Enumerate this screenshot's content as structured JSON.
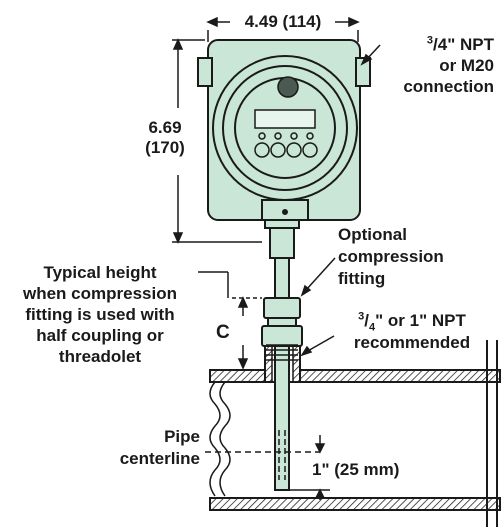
{
  "dimensions": {
    "width_label": "4.49 (114)",
    "height_label_line1": "6.69",
    "height_label_line2": "(170)",
    "dim_c_label": "C",
    "insertion_label": "1\" (25 mm)"
  },
  "labels": {
    "conduit_sup": "3",
    "conduit_frac": "/4\" NPT",
    "conduit_line2": "or M20",
    "conduit_line3": "connection",
    "optional_line1": "Optional",
    "optional_line2": "compression",
    "optional_line3": "fitting",
    "npt_sup": "3",
    "npt_sub": "4",
    "npt_rest": "\" or 1\" NPT",
    "npt_line2": "recommended",
    "typical_line1": "Typical height",
    "typical_line2": "when compression",
    "typical_line3": "fitting is used with",
    "typical_line4": "half coupling or",
    "typical_line5": "threadolet",
    "pipe_line1": "Pipe",
    "pipe_line2": "centerline"
  },
  "colors": {
    "housing_fill": "#c9e6d6",
    "line": "#1a1a1a"
  }
}
